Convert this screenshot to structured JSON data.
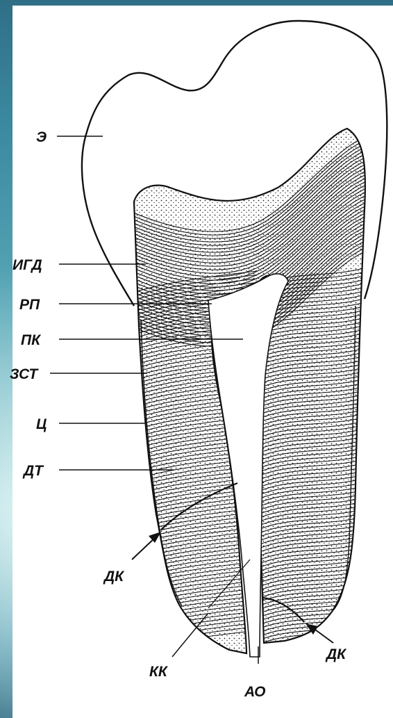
{
  "labels": {
    "enamel": "Э",
    "interglobular_dentin": "ИГД",
    "mantle_dentin": "РП",
    "pulp_chamber": "ПК",
    "cement_dentin_border": "ЗСТ",
    "cement": "Ц",
    "dentinal_tubules": "ДТ",
    "dentin_canal_left": "ДК",
    "dentin_canal_right": "ДК",
    "root_canal": "КК",
    "apical_opening": "АО"
  },
  "colors": {
    "background_top": "#2f6f86",
    "background_mid": "#8fcbd2",
    "paper": "#ffffff",
    "ink": "#111111"
  }
}
